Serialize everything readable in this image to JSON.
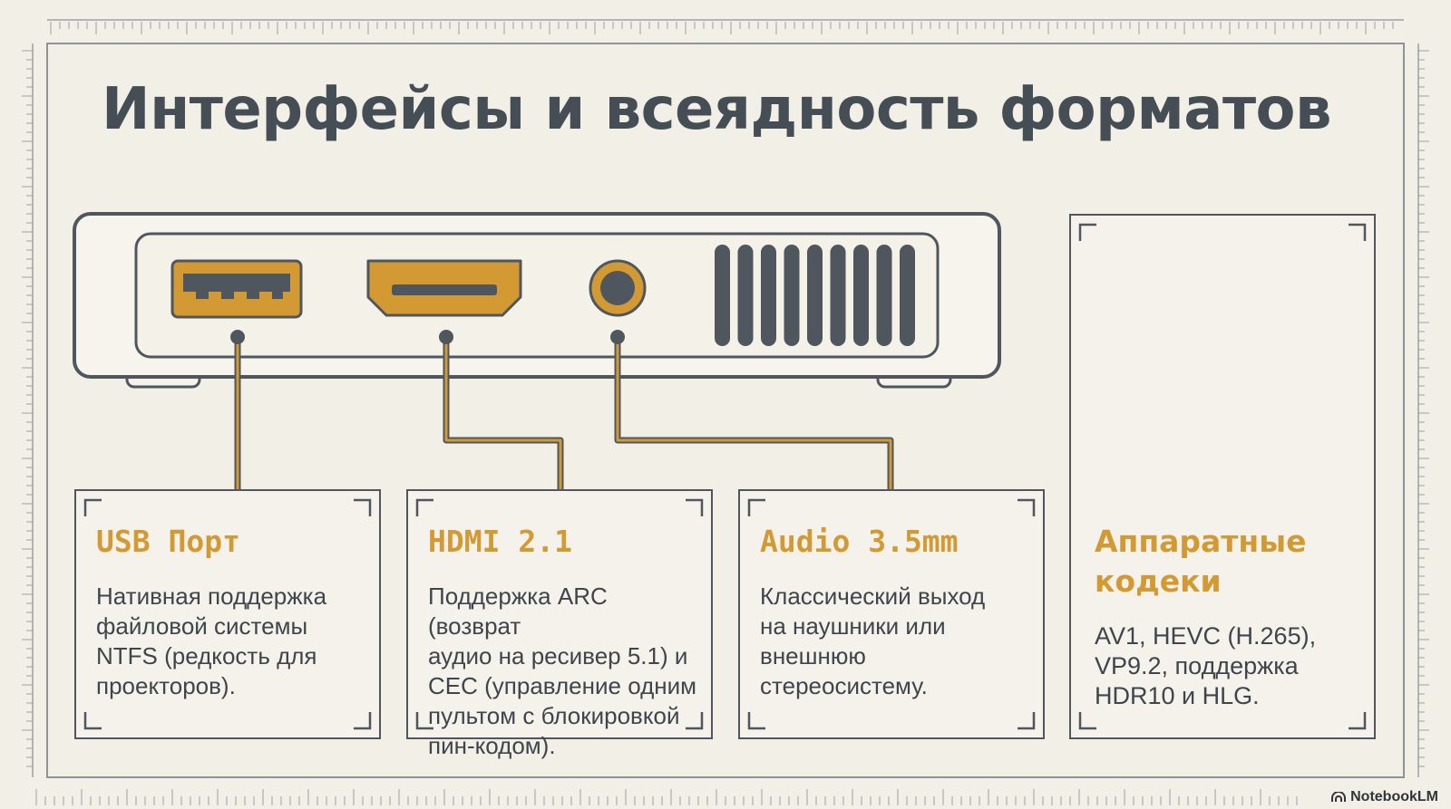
{
  "title": "Интерфейсы и всеядность форматов",
  "cards": [
    {
      "title": "USB Порт",
      "body": "Нативная поддержка\nфайловой системы\nNTFS (редкость для\nпроекторов)."
    },
    {
      "title": "HDMI 2.1",
      "body": "Поддержка ARC (возврат\nаудио на ресивер 5.1) и\nCEC (управление одним\nпультом с блокировкой\nпин-кодом)."
    },
    {
      "title": "Audio 3.5mm",
      "body": "Классический выход\nна наушники или\nвнешнюю\nстереосистему."
    }
  ],
  "codec_card": {
    "title": "Аппаратные\nкодеки",
    "body": "AV1, HEVC (H.265),\nVP9.2, поддержка\nHDR10 и HLG."
  },
  "brand": {
    "name": "NotebookLM",
    "icon": "notebooklm-logo-icon"
  },
  "colors": {
    "background": "#f1efe6",
    "accent": "#d39a33",
    "dark": "#4f565d",
    "text": "#3e454c"
  },
  "icons": [
    "usb-port-icon",
    "hdmi-port-icon",
    "audio-jack-icon",
    "vent-grille-icon",
    "chip-icon"
  ]
}
